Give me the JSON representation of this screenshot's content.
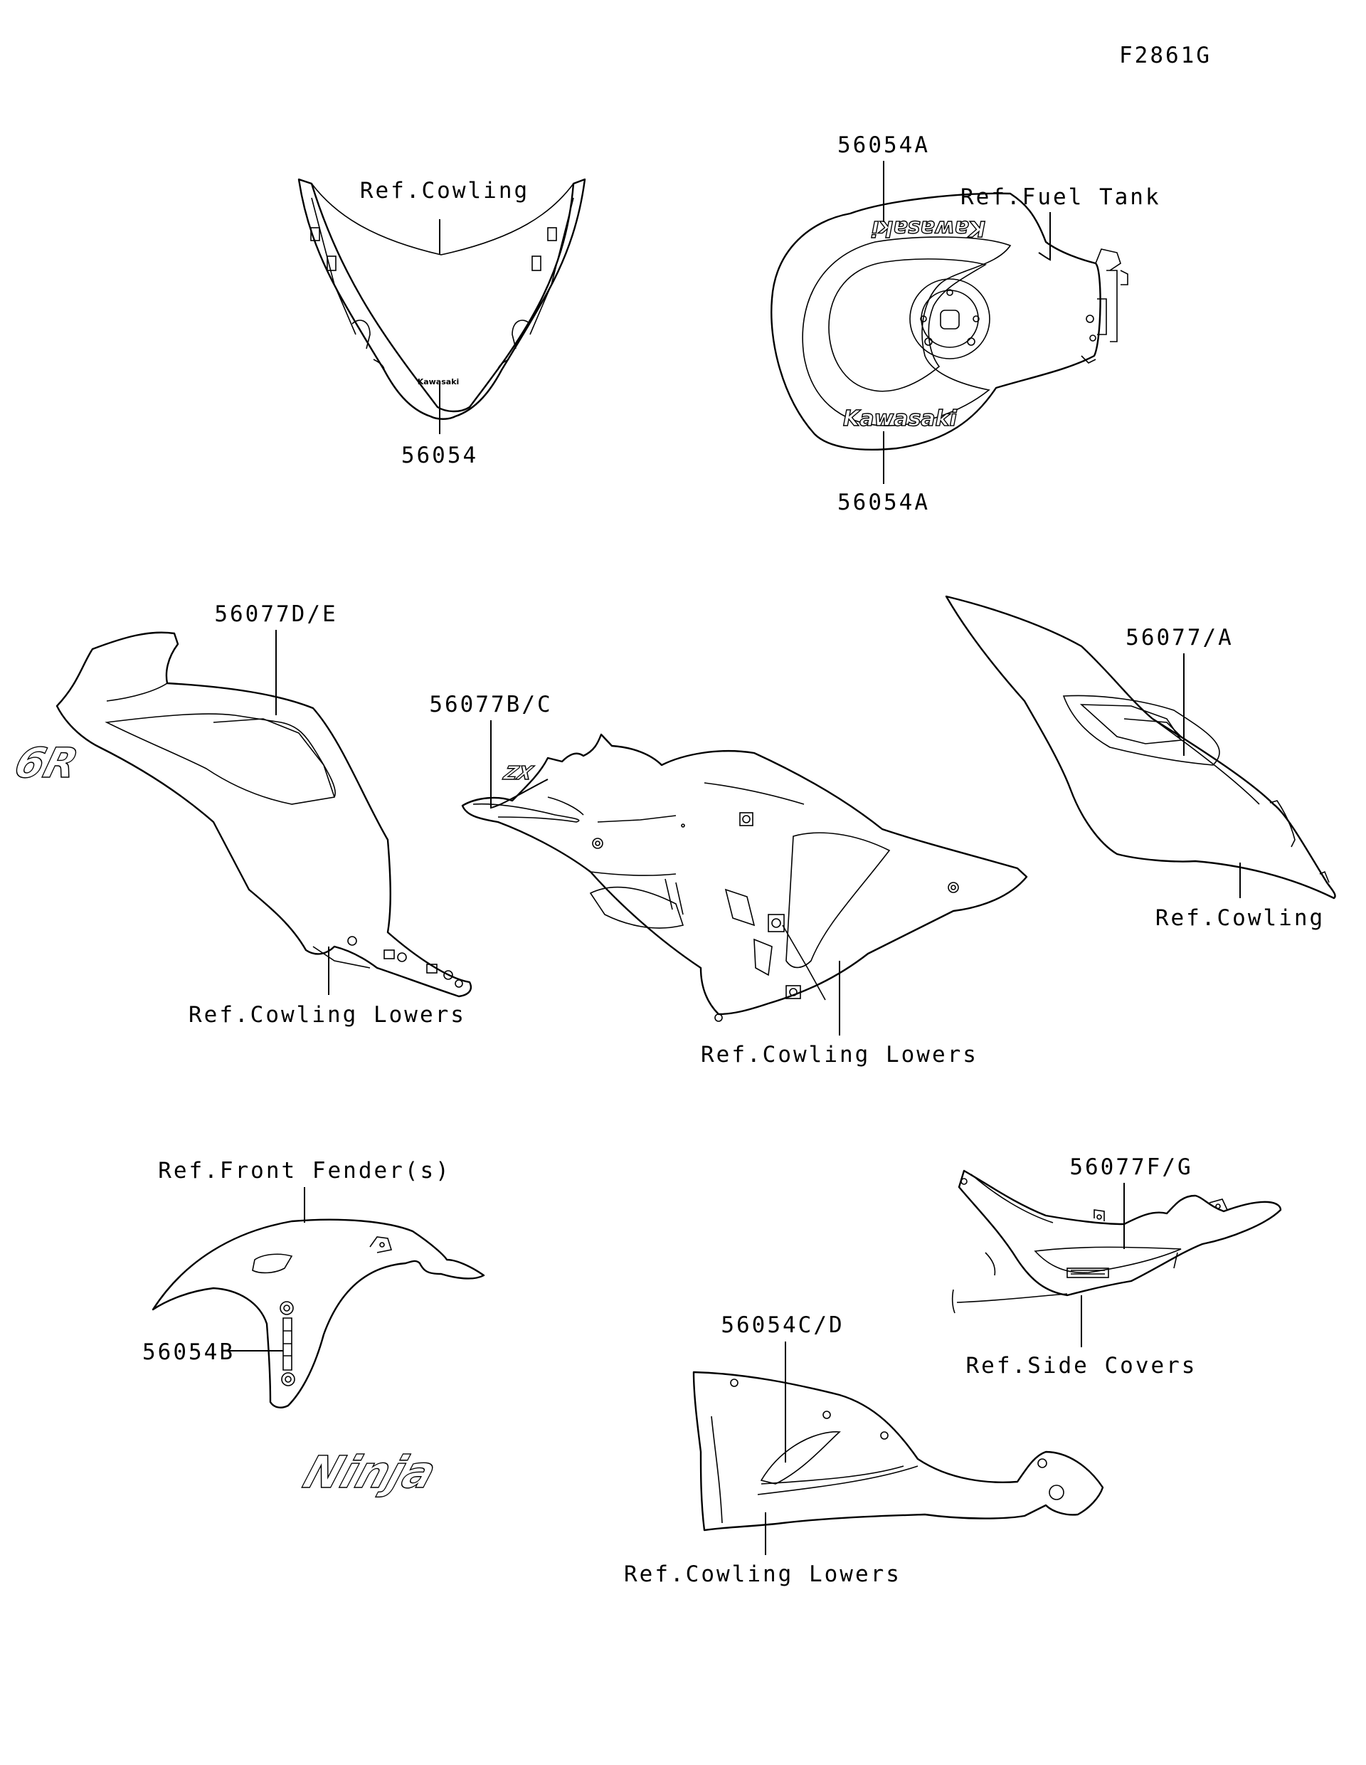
{
  "figure_code": "F2861G",
  "groups": {
    "windscreen": {
      "ref": "Ref.Cowling",
      "part": "56054",
      "logo": "Kawasaki"
    },
    "fuel_tank": {
      "ref": "Ref.Fuel Tank",
      "part_top": "56054A",
      "part_bottom": "56054A",
      "logo": "Kawasaki"
    },
    "left_cowl": {
      "part": "56077D/E",
      "ref": "Ref.Cowling Lowers"
    },
    "side_fairing": {
      "part": "56077B/C",
      "ref": "Ref.Cowling Lowers"
    },
    "upper_cowl": {
      "part": "56077/A",
      "ref": "Ref.Cowling"
    },
    "front_fender": {
      "ref": "Ref.Front Fender(s)",
      "part": "56054B"
    },
    "side_cover": {
      "part": "56077F/G",
      "ref": "Ref.Side Covers"
    },
    "belly_pan": {
      "part": "56054C/D",
      "ref": "Ref.Cowling Lowers",
      "logo": "Ninja"
    }
  },
  "colors": {
    "line": "#000000",
    "background": "#ffffff"
  }
}
